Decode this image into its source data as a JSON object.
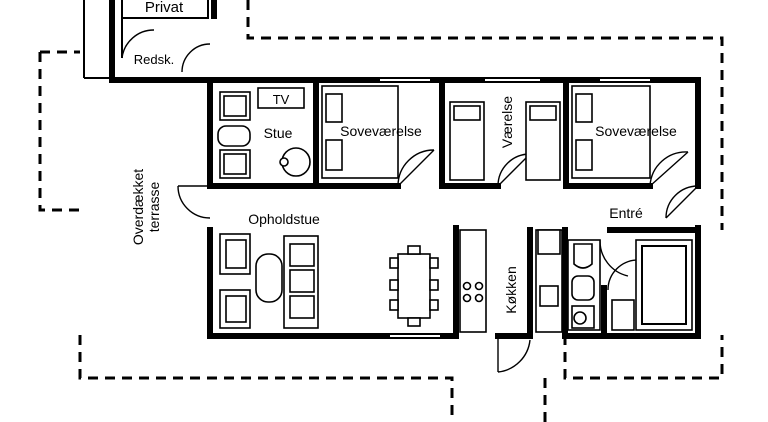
{
  "rooms": {
    "privat": "Privat",
    "redskabsrum": "Redsk.",
    "tv": "TV",
    "stue": "Stue",
    "sovevaerelse_1": "Soveværelse",
    "vaerelse": "Værelse",
    "sovevaerelse_2": "Soveværelse",
    "overdaekket_line1": "Overdækket",
    "overdaekket_line2": "terrasse",
    "opholdstue": "Opholdstue",
    "entre": "Entré",
    "koekken": "Køkken"
  }
}
